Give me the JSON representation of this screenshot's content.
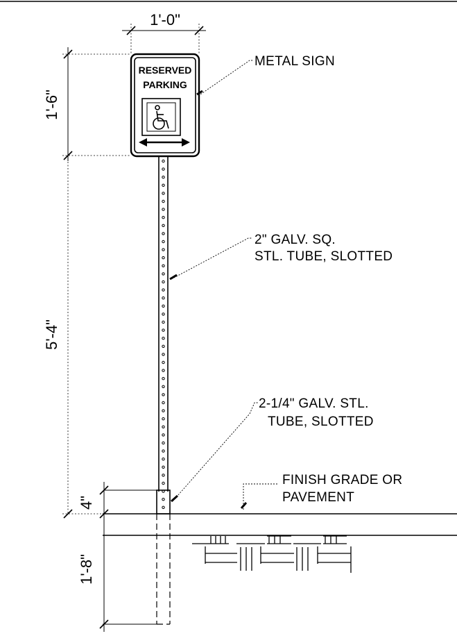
{
  "dimensions": {
    "sign_width": "1'-0\"",
    "sign_height": "1'-6\"",
    "post_height": "5'-4\"",
    "sleeve_above_grade": "4\"",
    "embed_depth": "1'-8\""
  },
  "sign": {
    "line1": "RESERVED",
    "line2": "PARKING",
    "symbol": "wheelchair-icon",
    "arrow": "double-arrow-icon"
  },
  "callouts": {
    "metal_sign": "METAL SIGN",
    "post_line1": "2\" GALV. SQ.",
    "post_line2": "STL. TUBE, SLOTTED",
    "sleeve_line1": "2-1/4\" GALV. STL.",
    "sleeve_line2": "TUBE, SLOTTED",
    "grade_line1": "FINISH GRADE OR",
    "grade_line2": "PAVEMENT"
  },
  "colors": {
    "ink": "#000000",
    "paper": "#ffffff"
  }
}
